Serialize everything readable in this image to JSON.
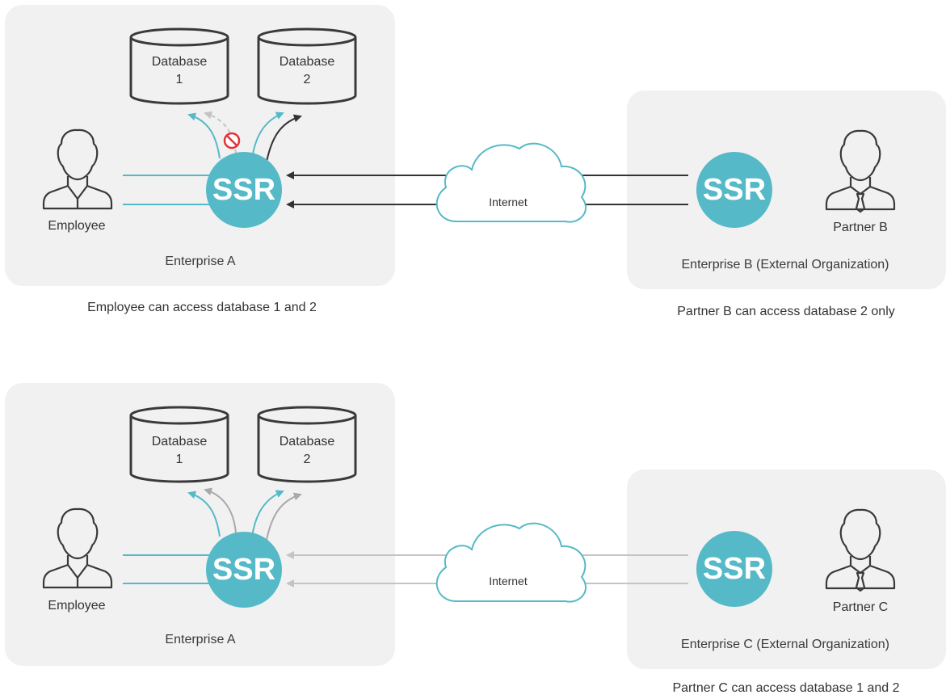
{
  "diagram_top": {
    "enterprise_a": {
      "label": "Enterprise A",
      "databases": [
        {
          "line1": "Database",
          "line2": "1"
        },
        {
          "line1": "Database",
          "line2": "2"
        }
      ],
      "ssr": "SSR",
      "user": "Employee"
    },
    "internet": "Internet",
    "external": {
      "label": "Enterprise B (External Organization)",
      "ssr": "SSR",
      "user": "Partner B"
    },
    "caption_left": "Employee can access database 1 and 2",
    "caption_right": "Partner B can access database 2 only"
  },
  "diagram_bottom": {
    "enterprise_a": {
      "label": "Enterprise A",
      "databases": [
        {
          "line1": "Database",
          "line2": "1"
        },
        {
          "line1": "Database",
          "line2": "2"
        }
      ],
      "ssr": "SSR",
      "user": "Employee"
    },
    "internet": "Internet",
    "external": {
      "label": "Enterprise C (External Organization)",
      "ssr": "SSR",
      "user": "Partner C"
    },
    "caption_right": "Partner C can access database 1 and 2"
  },
  "colors": {
    "panel": "#f1f1f1",
    "ssr": "#55b9c7",
    "teal_line": "#55b9c7",
    "dark_line": "#333333",
    "gray_line": "#b5b5b5",
    "blocked": "#e0333a"
  },
  "icons": [
    "database-icon",
    "person-icon",
    "person-tie-icon",
    "cloud-icon",
    "blocked-icon"
  ]
}
